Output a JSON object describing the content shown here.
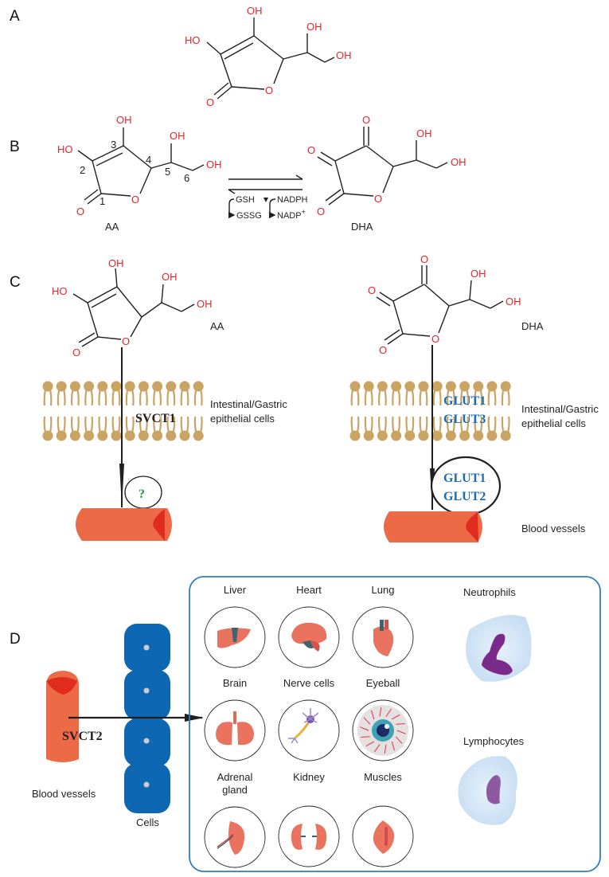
{
  "panels": {
    "A": {
      "label": "A",
      "atoms": {
        "oh_top": "OH",
        "ho_left": "HO",
        "oh_side": "OH",
        "oh_end": "OH",
        "o_carbonyl": "O",
        "o_ring": "O"
      }
    },
    "B": {
      "label": "B",
      "aa": {
        "name": "AA",
        "atoms": {
          "oh_top": "OH",
          "ho_left": "HO",
          "oh_side": "OH",
          "oh_end": "OH",
          "o_carbonyl": "O",
          "o_ring": "O"
        },
        "carbon_numbers": [
          "1",
          "2",
          "3",
          "4",
          "5",
          "6"
        ]
      },
      "dha": {
        "name": "DHA",
        "atoms": {
          "o_top": "O",
          "o_left": "O",
          "oh_side": "OH",
          "oh_end": "OH",
          "o_carbonyl": "O",
          "o_ring": "O"
        }
      },
      "cycle": {
        "gsh": "GSH",
        "gssg": "GSSG",
        "nadph": "NADPH",
        "nadp": "NADP",
        "nadp_sup": "+"
      }
    },
    "C": {
      "label": "C",
      "left": {
        "molecule": "AA",
        "transporter": "SVCT1",
        "membrane_label_1": "Intestinal/Gastric",
        "membrane_label_2": "epithelial cells",
        "unknown_transporter": "?",
        "atoms": {
          "oh_top": "OH",
          "ho_left": "HO",
          "oh_side": "OH",
          "oh_end": "OH",
          "o_carbonyl": "O",
          "o_ring": "O"
        }
      },
      "right": {
        "molecule": "DHA",
        "transporter_1": "GLUT1",
        "transporter_2": "GLUT3",
        "membrane_label_1": "Intestinal/Gastric",
        "membrane_label_2": "epithelial cells",
        "basolateral_1": "GLUT1",
        "basolateral_2": "GLUT2",
        "vessel_label": "Blood vessels",
        "atoms": {
          "o_top": "O",
          "o_left": "O",
          "oh_side": "OH",
          "oh_end": "OH",
          "o_carbonyl": "O",
          "o_ring": "O"
        }
      }
    },
    "D": {
      "label": "D",
      "transporter": "SVCT2",
      "vessel_label": "Blood vessels",
      "cells_label": "Cells",
      "tissues": [
        {
          "name": "Liver",
          "icon": "liver-icon"
        },
        {
          "name": "Heart",
          "icon": "heart-icon"
        },
        {
          "name": "Lung",
          "icon": "lung-icon"
        },
        {
          "name": "Brain",
          "icon": "brain-icon"
        },
        {
          "name": "Nerve cells",
          "icon": "nerve-cell-icon"
        },
        {
          "name": "Eyeball",
          "icon": "eyeball-icon"
        },
        {
          "name": "Adrenal",
          "name2": "gland",
          "icon": "adrenal-gland-icon"
        },
        {
          "name": "Kidney",
          "icon": "kidney-icon"
        },
        {
          "name": "Muscles",
          "icon": "muscle-icon"
        }
      ],
      "blood_cells": [
        {
          "name": "Neutrophils",
          "icon": "neutrophil-icon"
        },
        {
          "name": "Lymphocytes",
          "icon": "lymphocyte-icon"
        }
      ]
    }
  },
  "colors": {
    "heteroatom": "#e8242b",
    "bond": "#231f20",
    "membrane": "#c9a462",
    "vessel": "#ec6a45",
    "vessel_end": "#e02c1c",
    "glut_text": "#1b6cb5",
    "question": "#1f9a48",
    "cell_blue": "#0d67b3",
    "frame": "#2f7cc1",
    "organ": "#e9735f",
    "nucleus": "#7a2a8a"
  }
}
